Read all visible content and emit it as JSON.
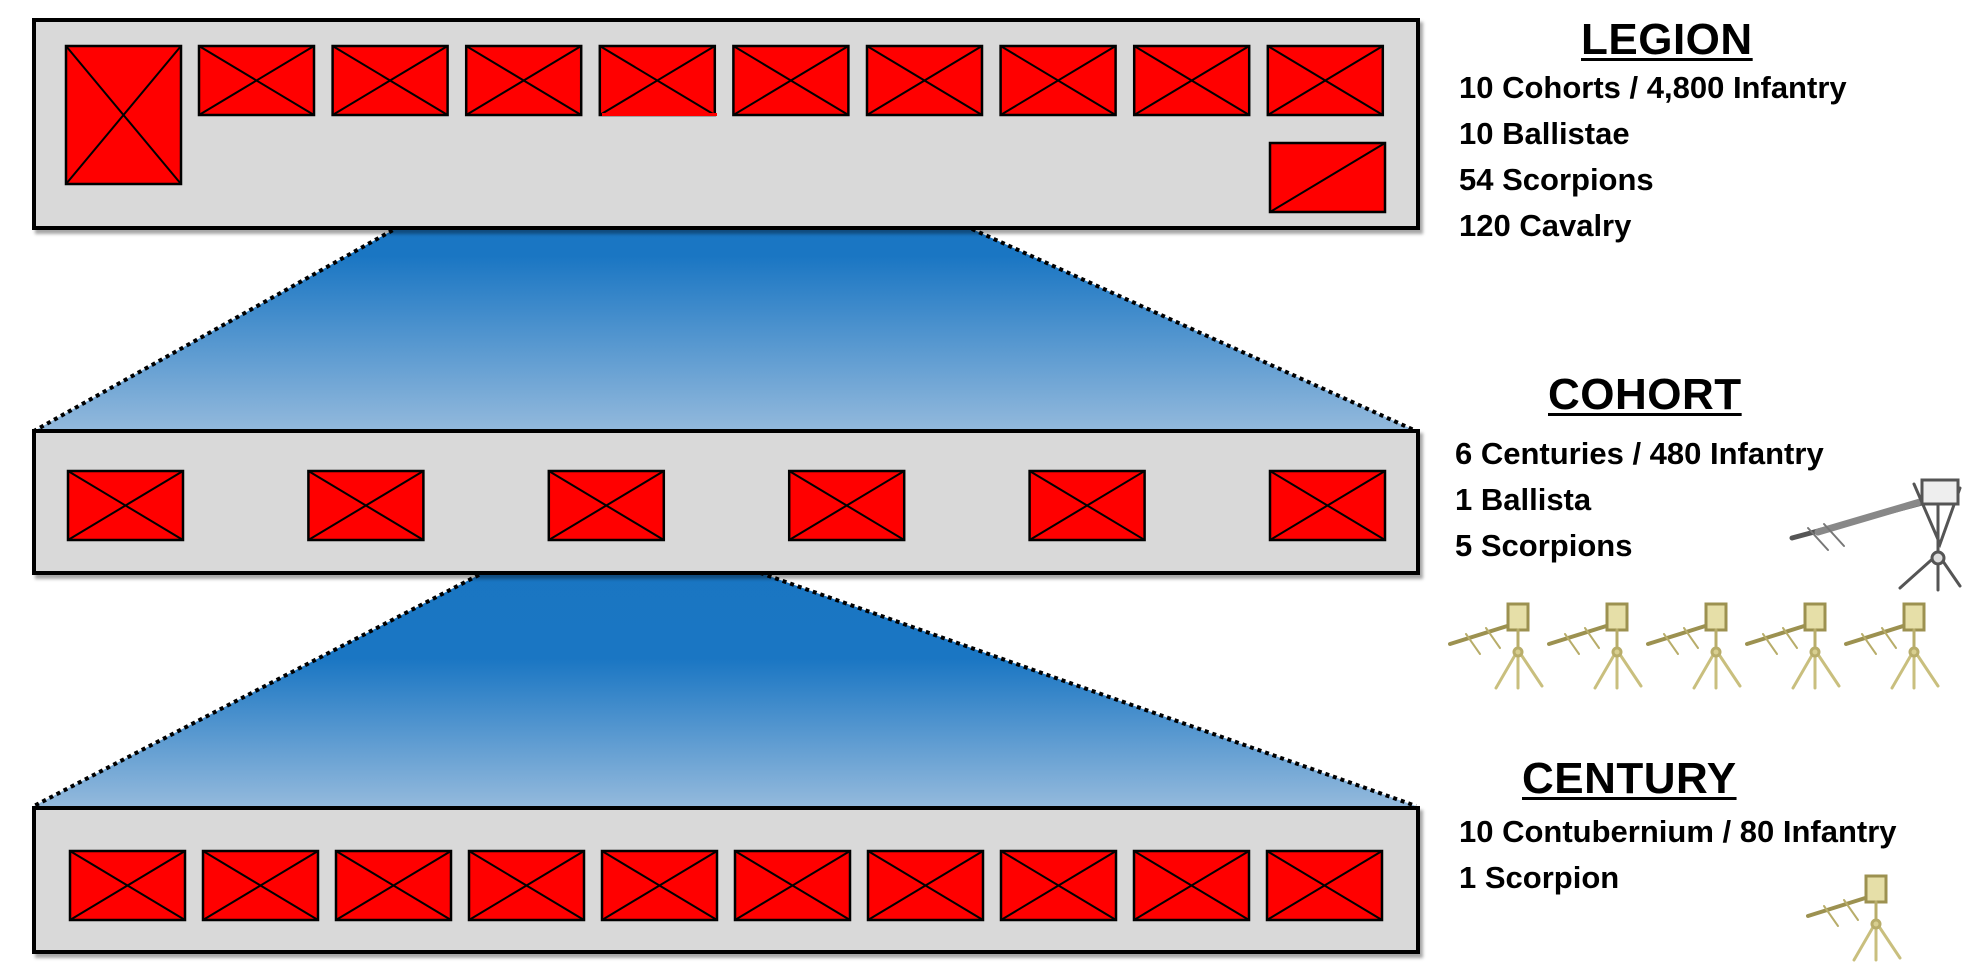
{
  "colors": {
    "unit_fill": "#ff0000",
    "panel_fill": "#d9d9d9",
    "funnel_top": "#1773c0",
    "funnel_bottom": "#8fb6da"
  },
  "legion": {
    "title": "LEGION",
    "stats": [
      "10 Cohorts / 4,800 Infantry",
      "10 Ballistae",
      "54 Scorpions",
      "120 Cavalry"
    ],
    "cohort_count": 10,
    "cavalry_count": 1
  },
  "cohort": {
    "title": "COHORT",
    "stats": [
      "6 Centuries / 480 Infantry",
      "1 Ballista",
      "5 Scorpions"
    ],
    "century_count": 6,
    "ballista_icon": "ballista-icon",
    "scorpion_icon": "scorpion-icon",
    "scorpion_count": 5
  },
  "century": {
    "title": "CENTURY",
    "stats": [
      "10 Contubernium / 80 Infantry",
      "1 Scorpion"
    ],
    "contubernium_count": 10,
    "scorpion_icon": "scorpion-icon",
    "scorpion_count": 1
  }
}
